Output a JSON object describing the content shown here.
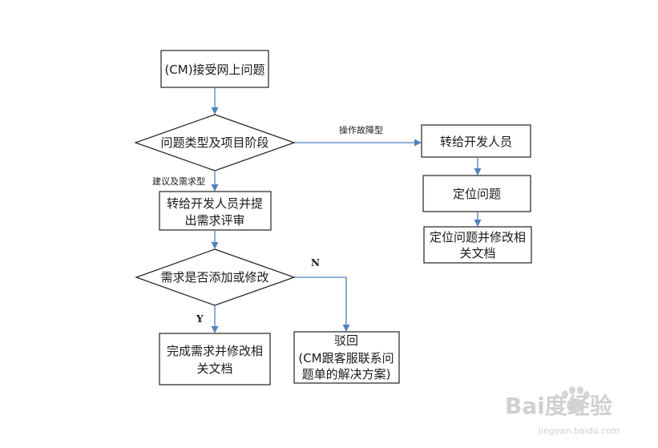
{
  "nodes": {
    "cm_receive": "(CM)接受网上问题",
    "question_type": "问题类型及项目阶段",
    "dev_review_l1": "转给开发人员并提",
    "dev_review_l2": "出需求评审",
    "req_change": "需求是否添加或修改",
    "complete_l1": "完成需求并修改相",
    "complete_l2": "关文档",
    "reject_l1": "驳回",
    "reject_l2": "(CM跟客服联系问",
    "reject_l3": "题单的解决方案)",
    "transfer_dev": "转给开发人员",
    "locate": "定位问题",
    "locate_fix_l1": "定位问题并修改相",
    "locate_fix_l2": "关文档"
  },
  "edges": {
    "operation_fault": "操作故障型",
    "suggestion_req": "建议及需求型",
    "yes": "Y",
    "no": "N"
  },
  "watermark": {
    "brand": "Bai度经验",
    "url": "jingyan.baidu.com"
  },
  "colors": {
    "line": "#4f81bd",
    "border": "#222222",
    "text": "#1a1a1a"
  }
}
